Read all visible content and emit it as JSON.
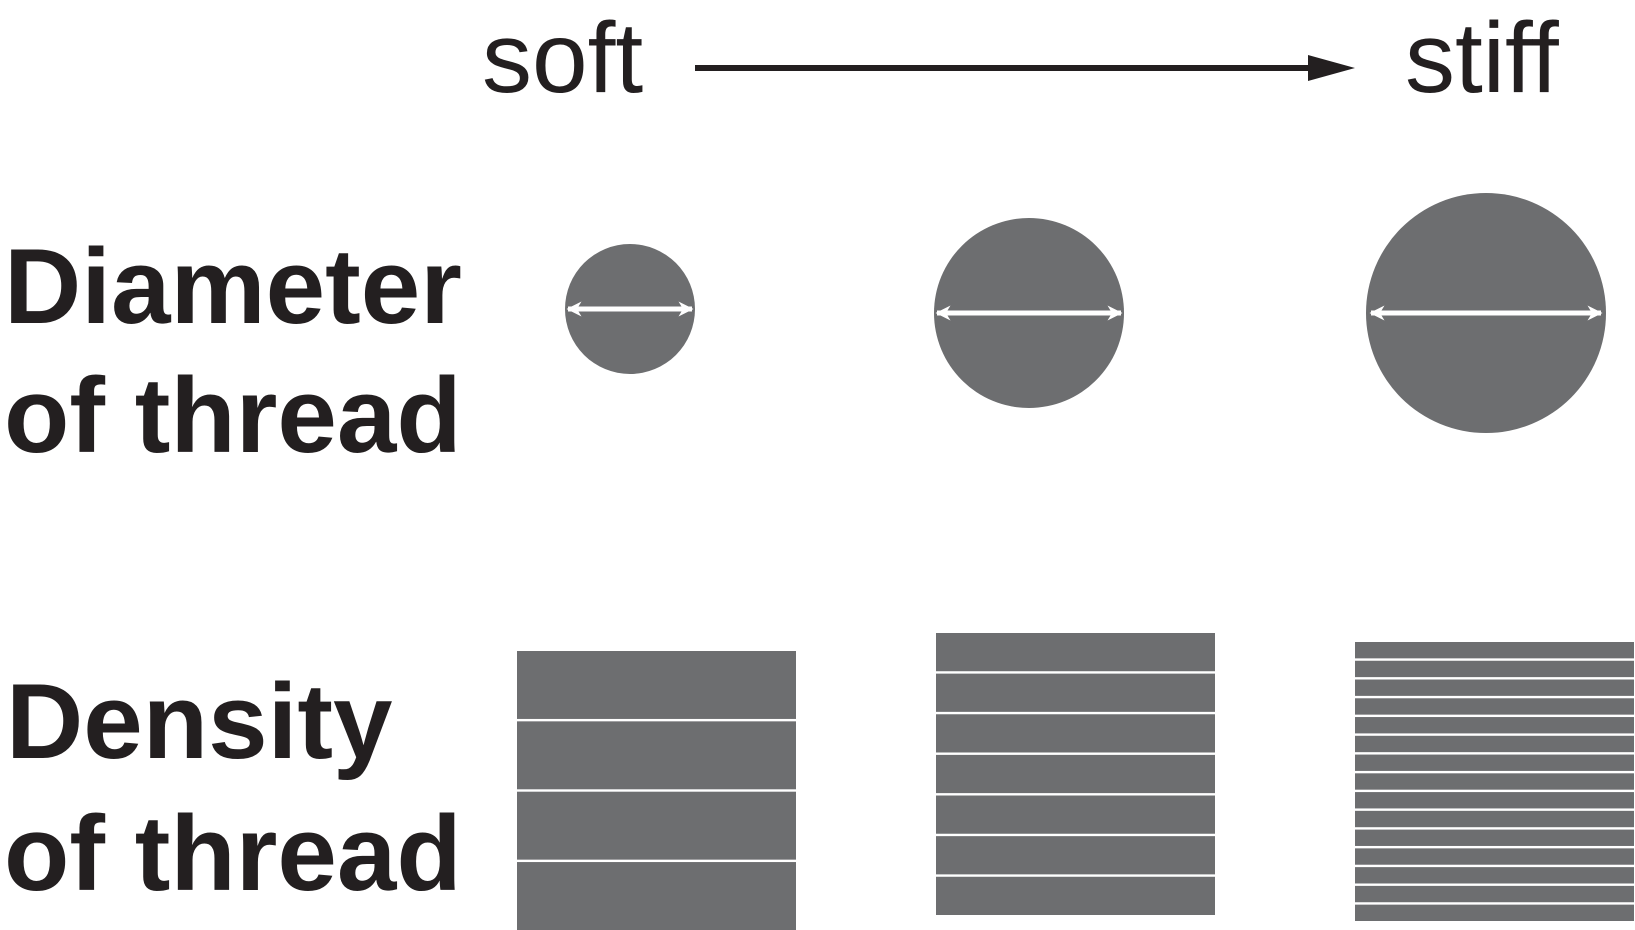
{
  "scale": {
    "start_label": "soft",
    "end_label": "stiff",
    "arrow_icon": "right-arrow-icon"
  },
  "rows": [
    {
      "label_line1": "Diameter",
      "label_line2": "of thread",
      "items": [
        {
          "level": "small",
          "icon": "thread-cross-section-icon"
        },
        {
          "level": "medium",
          "icon": "thread-cross-section-icon"
        },
        {
          "level": "large",
          "icon": "thread-cross-section-icon"
        }
      ]
    },
    {
      "label_line1": "Density",
      "label_line2": "of thread",
      "items": [
        {
          "level": "low",
          "icon": "thread-stack-icon",
          "threads_shown": 4
        },
        {
          "level": "medium",
          "icon": "thread-stack-icon",
          "threads_shown": 7
        },
        {
          "level": "high",
          "icon": "thread-stack-icon",
          "threads_shown": 15
        }
      ]
    }
  ],
  "colors": {
    "text": "#231f20",
    "thread_fill": "#6d6e70",
    "measure_arrow": "#ffffff",
    "background": "#ffffff"
  }
}
